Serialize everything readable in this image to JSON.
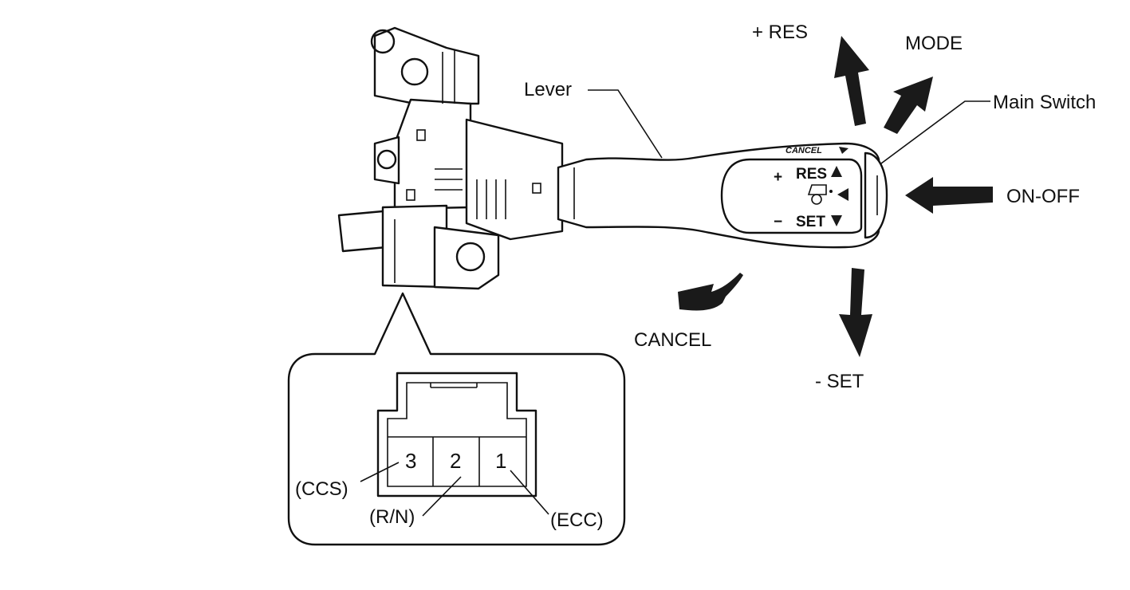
{
  "labels": {
    "res": "+ RES",
    "mode": "MODE",
    "main_switch": "Main Switch",
    "lever": "Lever",
    "on_off": "ON-OFF",
    "cancel": "CANCEL",
    "set": "- SET"
  },
  "switch_face": {
    "cancel_text": "CANCEL",
    "plus": "+",
    "res": "RES",
    "minus": "−",
    "set": "SET"
  },
  "connector": {
    "pins": [
      {
        "number": "3",
        "signal": "(CCS)"
      },
      {
        "number": "2",
        "signal": "(R/N)"
      },
      {
        "number": "1",
        "signal": "(ECC)"
      }
    ]
  }
}
